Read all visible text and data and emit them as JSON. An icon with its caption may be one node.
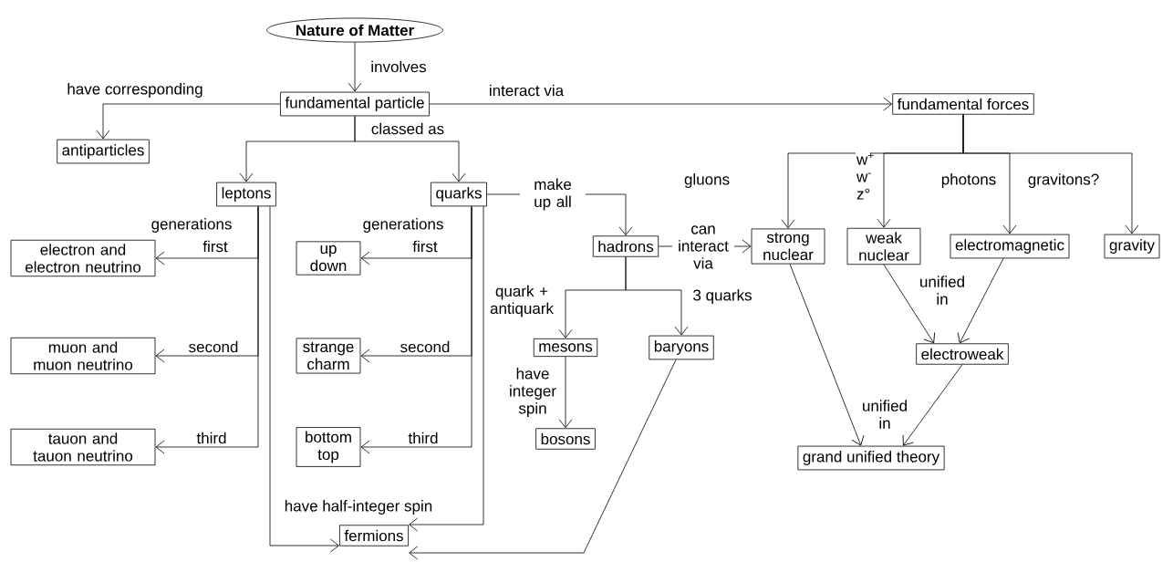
{
  "diagram": {
    "nodes": [
      {
        "text": [
          "Nature of Matter"
        ]
      },
      {
        "text": [
          "fundamental particle"
        ]
      },
      {
        "text": [
          "antiparticles"
        ]
      },
      {
        "text": [
          "fundamental forces"
        ]
      },
      {
        "text": [
          "leptons"
        ]
      },
      {
        "text": [
          "quarks"
        ]
      },
      {
        "text": [
          "hadrons"
        ]
      },
      {
        "text": [
          "strong nuclear"
        ]
      },
      {
        "text": [
          "weak nuclear"
        ]
      },
      {
        "text": [
          "electromagnetic"
        ]
      },
      {
        "text": [
          "gravity"
        ]
      },
      {
        "text": [
          "electron and electron neutrino"
        ]
      },
      {
        "text": [
          "up down"
        ]
      },
      {
        "text": [
          "muon and muon neutrino"
        ]
      },
      {
        "text": [
          "strange charm"
        ]
      },
      {
        "text": [
          "mesons"
        ]
      },
      {
        "text": [
          "baryons"
        ]
      },
      {
        "text": [
          "electroweak"
        ]
      },
      {
        "text": [
          "tauon and tauon neutrino"
        ]
      },
      {
        "text": [
          "bottom top"
        ]
      },
      {
        "text": [
          "bosons"
        ]
      },
      {
        "text": [
          "grand unified theory"
        ]
      },
      {
        "text": [
          "fermions"
        ]
      }
    ],
    "edges": [
      {
        "from": 0,
        "to": 1,
        "arrow": "to",
        "label": "involves"
      },
      {
        "from": 1,
        "to": 2,
        "arrow": "to",
        "label": "have corresponding"
      },
      {
        "from": 1,
        "to": 3,
        "arrow": "to",
        "label": "interact via"
      },
      {
        "from": 1,
        "to": 4,
        "arrow": "to",
        "label": "classed as"
      },
      {
        "from": 1,
        "to": 5,
        "arrow": "to"
      },
      {
        "from": 3,
        "to": 7,
        "arrow": "to",
        "label": "gluons"
      },
      {
        "from": 3,
        "to": 8,
        "arrow": "to",
        "label": "w$^{+}$ w$^{-}$ z°"
      },
      {
        "from": 3,
        "to": 9,
        "arrow": "to",
        "label": "photons"
      },
      {
        "from": 3,
        "to": 10,
        "arrow": "to",
        "label": "gravitons?"
      },
      {
        "from": 4,
        "to": 11,
        "arrow": "to",
        "label": "first"
      },
      {
        "from": 4,
        "to": 13,
        "arrow": "to",
        "label": "second"
      },
      {
        "from": 4,
        "to": 18,
        "arrow": "to",
        "label": "third"
      },
      {
        "from": 5,
        "to": 12,
        "arrow": "to",
        "label": "first"
      },
      {
        "from": 5,
        "to": 14,
        "arrow": "to",
        "label": "second"
      },
      {
        "from": 5,
        "to": 19,
        "arrow": "to",
        "label": "third"
      },
      {
        "from": 5,
        "to": 6,
        "arrow": "to",
        "label": "make up all"
      },
      {
        "from": 6,
        "to": 7,
        "arrow": "to",
        "label": "can interact via"
      },
      {
        "from": 6,
        "to": 15,
        "arrow": "to",
        "label": "quark + antiquark"
      },
      {
        "from": 6,
        "to": 16,
        "arrow": "to",
        "label": "3 quarks"
      },
      {
        "from": 15,
        "to": 20,
        "arrow": "to",
        "label": "have integer spin"
      },
      {
        "from": 7,
        "to": 21,
        "arrow": "to"
      },
      {
        "from": 17,
        "to": 21,
        "arrow": "to",
        "label": "unified in"
      },
      {
        "from": 8,
        "to": 17,
        "arrow": "to",
        "label": "unified in"
      },
      {
        "from": 9,
        "to": 17,
        "arrow": "to"
      },
      {
        "from": 4,
        "to": 22,
        "arrow": "to",
        "label": "have half-integer spin"
      },
      {
        "from": 5,
        "to": 22,
        "arrow": "to"
      },
      {
        "from": 16,
        "to": 22,
        "arrow": "to"
      }
    ],
    "labels": [
      "generations",
      "generations"
    ]
  }
}
